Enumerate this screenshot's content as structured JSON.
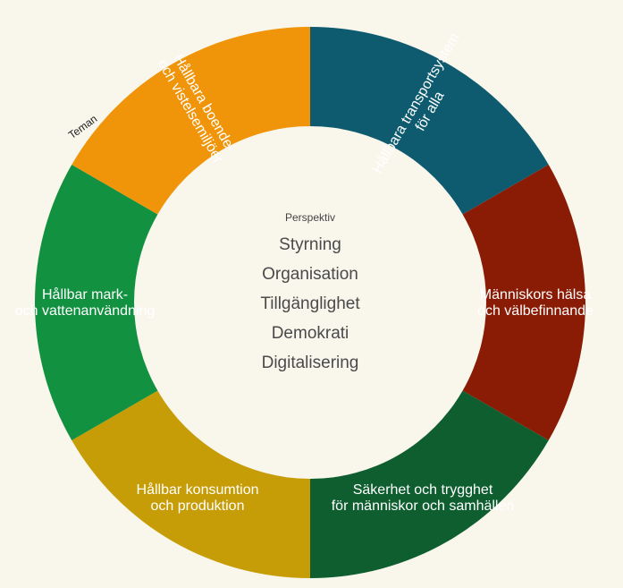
{
  "outer_label": "Teman",
  "center": {
    "title": "Perspektiv",
    "items": [
      "Styrning",
      "Organisation",
      "Tillgänglighet",
      "Demokrati",
      "Digitalisering"
    ]
  },
  "segments": [
    {
      "lines": [
        "Hållbara transportsystem",
        "för alla"
      ],
      "color": "#0e5b70"
    },
    {
      "lines": [
        "Människors hälsa",
        "och välbefinnande"
      ],
      "color": "#8a1c06"
    },
    {
      "lines": [
        "Säkerhet och trygghet",
        "för människor och samhällen"
      ],
      "color": "#0e5e30"
    },
    {
      "lines": [
        "Hållbar konsumtion",
        "och produktion"
      ],
      "color": "#c69c07"
    },
    {
      "lines": [
        "Hållbar mark-",
        "och vattenanvändning"
      ],
      "color": "#129140"
    },
    {
      "lines": [
        "Hållbara boende-",
        "och vistelsemiljöer"
      ],
      "color": "#f0950a"
    }
  ]
}
